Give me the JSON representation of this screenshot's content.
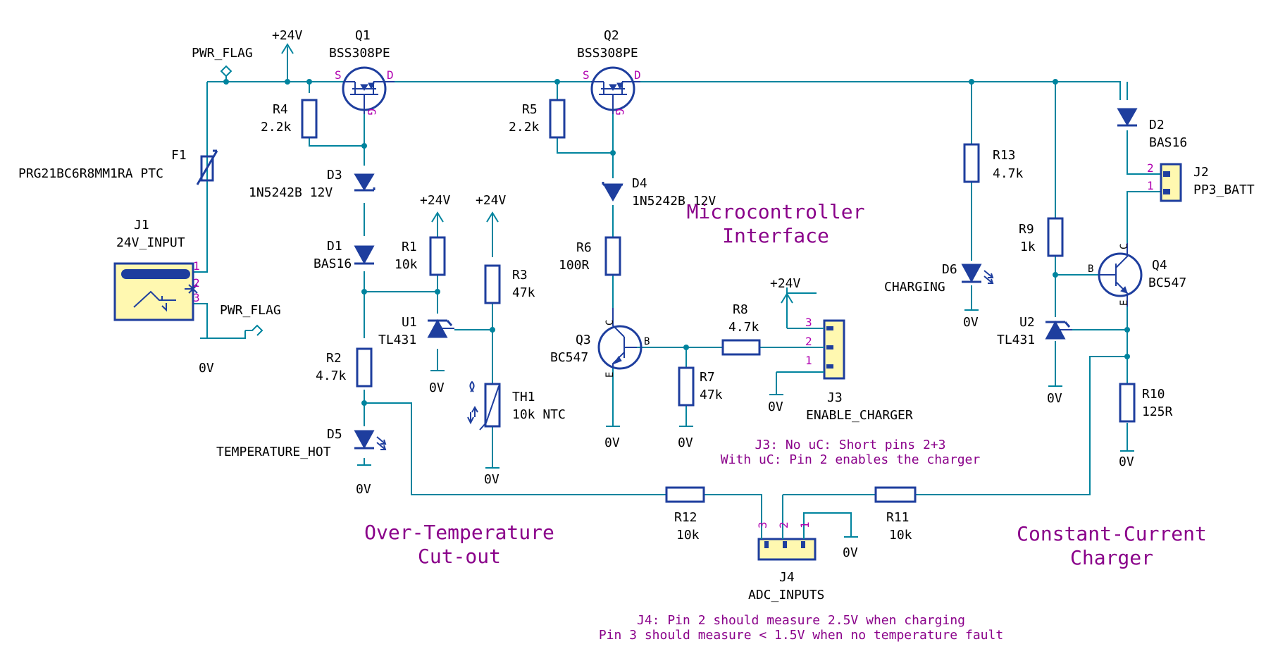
{
  "colors": {
    "wire": "#00849e",
    "component": "#1e3e9e",
    "pin_number": "#b000b0",
    "section_text": "#8a008a",
    "connector_fill": "#fff8b0"
  },
  "rails": {
    "p24": "+24V",
    "gnd": "0V",
    "pwr_flag": "PWR_FLAG"
  },
  "pins": {
    "one": "1",
    "two": "2",
    "three": "3",
    "s": "S",
    "d": "D",
    "g": "G",
    "b": "B",
    "c": "C",
    "e": "E"
  },
  "components": {
    "q1": {
      "ref": "Q1",
      "value": "BSS308PE"
    },
    "q2": {
      "ref": "Q2",
      "value": "BSS308PE"
    },
    "q3": {
      "ref": "Q3",
      "value": "BC547"
    },
    "q4": {
      "ref": "Q4",
      "value": "BC547"
    },
    "f1": {
      "ref": "F1",
      "value": "PRG21BC6R8MM1RA PTC"
    },
    "j1": {
      "ref": "J1",
      "value": "24V_INPUT"
    },
    "j2": {
      "ref": "J2",
      "value": "PP3_BATT"
    },
    "j3": {
      "ref": "J3",
      "value": "ENABLE_CHARGER"
    },
    "j4": {
      "ref": "J4",
      "value": "ADC_INPUTS"
    },
    "r1": {
      "ref": "R1",
      "value": "10k"
    },
    "r2": {
      "ref": "R2",
      "value": "4.7k"
    },
    "r3": {
      "ref": "R3",
      "value": "47k"
    },
    "r4": {
      "ref": "R4",
      "value": "2.2k"
    },
    "r5": {
      "ref": "R5",
      "value": "2.2k"
    },
    "r6": {
      "ref": "R6",
      "value": "100R"
    },
    "r7": {
      "ref": "R7",
      "value": "47k"
    },
    "r8": {
      "ref": "R8",
      "value": "4.7k"
    },
    "r9": {
      "ref": "R9",
      "value": "1k"
    },
    "r10": {
      "ref": "R10",
      "value": "125R"
    },
    "r11": {
      "ref": "R11",
      "value": "10k"
    },
    "r12": {
      "ref": "R12",
      "value": "10k"
    },
    "r13": {
      "ref": "R13",
      "value": "4.7k"
    },
    "d1": {
      "ref": "D1",
      "value": "BAS16"
    },
    "d2": {
      "ref": "D2",
      "value": "BAS16"
    },
    "d3": {
      "ref": "D3",
      "value": "1N5242B 12V"
    },
    "d4": {
      "ref": "D4",
      "value": "1N5242B 12V"
    },
    "d5": {
      "ref": "D5",
      "value": "TEMPERATURE_HOT"
    },
    "d6": {
      "ref": "D6",
      "value": "CHARGING"
    },
    "u1": {
      "ref": "U1",
      "value": "TL431"
    },
    "u2": {
      "ref": "U2",
      "value": "TL431"
    },
    "th1": {
      "ref": "TH1",
      "value": "10k NTC"
    }
  },
  "sections": {
    "mcu": [
      "Microcontroller",
      "Interface"
    ],
    "overtemp": [
      "Over-Temperature",
      "Cut-out"
    ],
    "cc": [
      "Constant-Current",
      "Charger"
    ]
  },
  "notes": {
    "j3": [
      "J3: No uC: Short pins 2+3",
      "With uC: Pin 2 enables the charger"
    ],
    "j4": [
      "J4: Pin 2 should measure 2.5V when charging",
      "Pin 3 should measure < 1.5V when no temperature fault"
    ]
  }
}
